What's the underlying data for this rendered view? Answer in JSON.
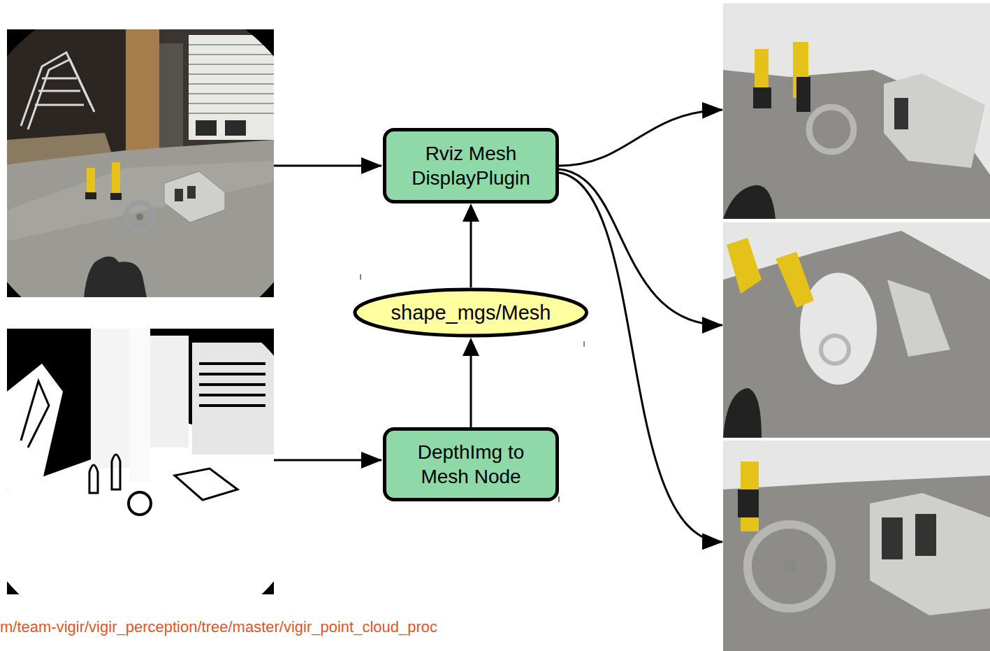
{
  "diagram": {
    "nodes": [
      {
        "text": [
          "Rviz Mesh DisplayPlugin"
        ]
      },
      {
        "text": [
          "shape_mgs/Mesh"
        ]
      },
      {
        "text": [
          "DepthImg to Mesh Node"
        ]
      }
    ],
    "edges": [
      {
        "from": 2,
        "to": 1,
        "arrow": "to"
      },
      {
        "from": 1,
        "to": 0,
        "arrow": "to"
      }
    ],
    "labels": [
      "m/team-vigir/vigir_perception/tree/master/vigir_point_cloud_proc"
    ]
  }
}
